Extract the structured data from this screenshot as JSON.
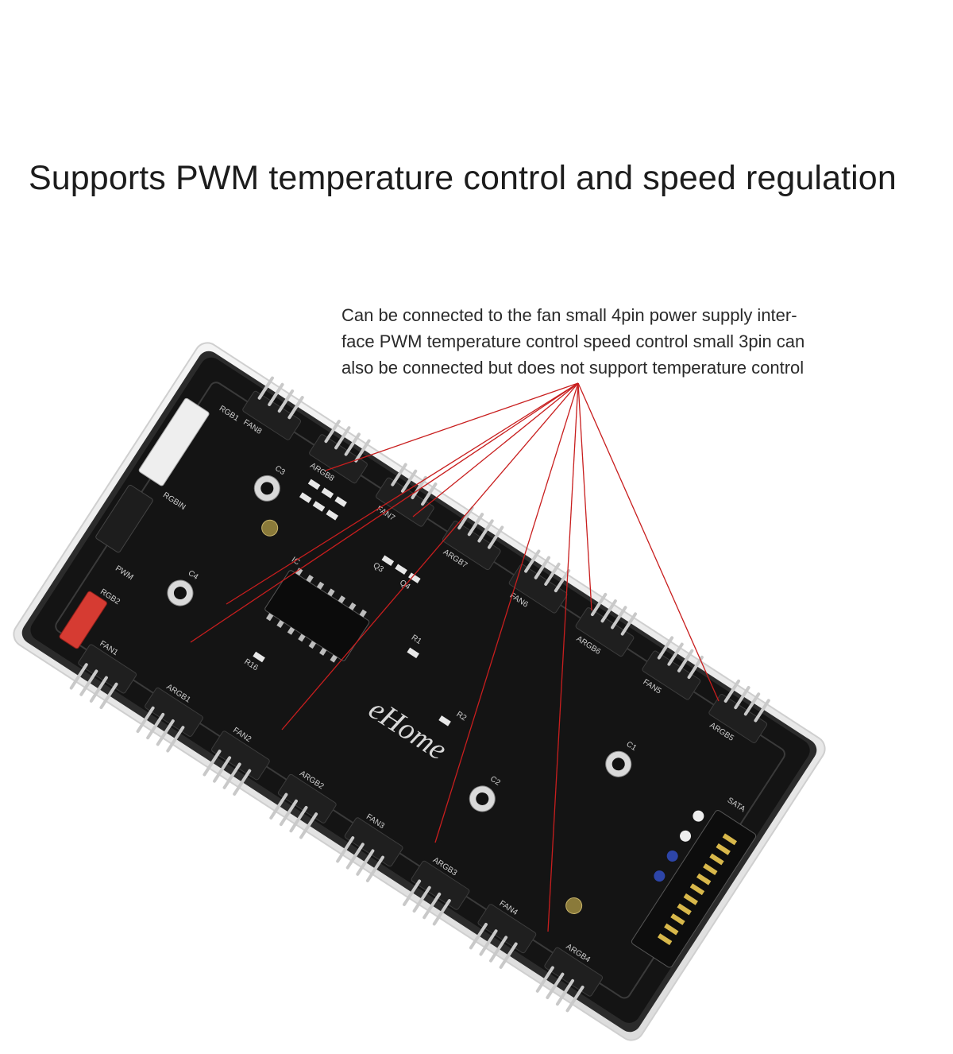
{
  "title": "Supports PWM temperature control and speed regulation",
  "caption": {
    "lines": [
      "Can be connected to the fan small 4pin power supply inter-",
      "face PWM temperature control speed control small 3pin can",
      "also be connected but does not support temperature control"
    ]
  },
  "board": {
    "logo": "eHome",
    "headers": [
      "RGB1",
      "RGBIN",
      "PWM",
      "FAN8",
      "ARGB8",
      "FAN7",
      "ARGB7",
      "FAN6",
      "ARGB6",
      "FAN5",
      "ARGB5",
      "SATA",
      "ARGB1",
      "FAN1",
      "FAN2",
      "ARGB2",
      "FAN3",
      "ARGB3",
      "FAN4",
      "ARGB4",
      "RGB2"
    ],
    "components": [
      "C1",
      "C2",
      "C3",
      "C4",
      "R1",
      "R2",
      "R16",
      "IC",
      "Q3",
      "Q4"
    ]
  },
  "colors": {
    "board": "#141414",
    "acrylic": "#e9e9e9",
    "pins": "#c9c9c9",
    "leader_lines": "#c81e1e",
    "pwm_header": "#d63b32"
  }
}
